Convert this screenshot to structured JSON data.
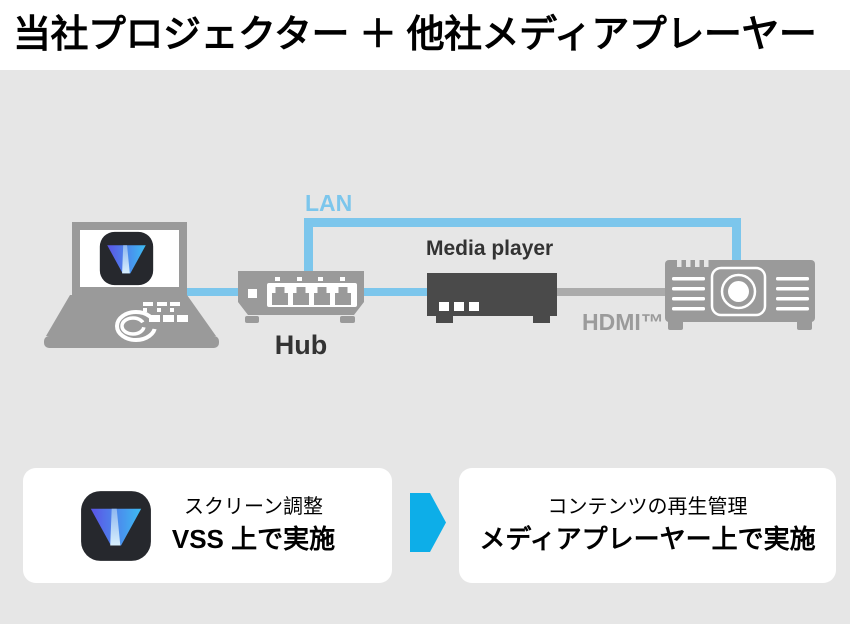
{
  "title": "当社プロジェクター ＋ 他社メディアプレーヤー",
  "colors": {
    "panel_background": "#e6e6e6",
    "device_gray": "#9a9a9a",
    "media_player_dark": "#4a4a4a",
    "lan_blue": "#7cc6ec",
    "hdmi_cable_gray": "#ababab",
    "arrow_blue": "#0daee8",
    "vss_logo_gradient_left": "#5b53e6",
    "vss_logo_gradient_right": "#3dbcf2",
    "vss_logo_background": "#26282d"
  },
  "diagram": {
    "labels": {
      "lan": "LAN",
      "hub": "Hub",
      "media_player": "Media player",
      "hdmi": "HDMI™"
    },
    "icons": [
      "laptop-icon",
      "vss-app-logo-icon",
      "hub-icon",
      "media-player-icon",
      "projector-icon",
      "lan-cable-line",
      "hdmi-cable-line",
      "flow-arrow-icon"
    ]
  },
  "cards": [
    {
      "line1": "スクリーン調整",
      "line2": "VSS 上で実施"
    },
    {
      "line1": "コンテンツの再生管理",
      "line2": "メディアプレーヤー上で実施"
    }
  ]
}
